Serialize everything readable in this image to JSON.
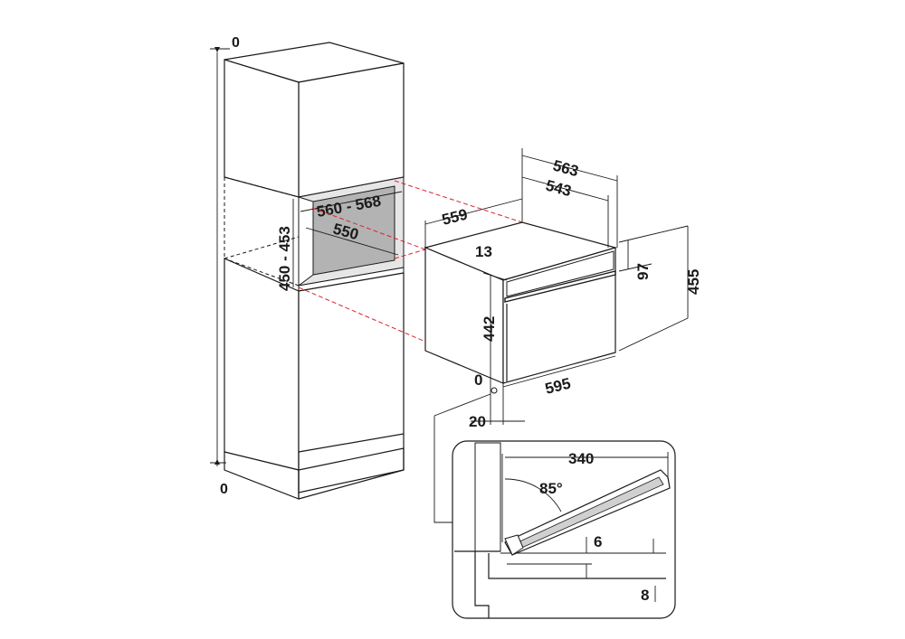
{
  "diagram": {
    "labels": {
      "cab_top_zero": "0",
      "cab_bottom_zero": "0",
      "niche_width": "560 - 568",
      "niche_depth": "550",
      "niche_height": "450 - 453",
      "oven_depth_total": "563",
      "oven_depth_body": "543",
      "oven_width_top": "559",
      "oven_panel_top": "13",
      "oven_panel_height": "97",
      "oven_total_height": "455",
      "oven_body_height": "442",
      "oven_front_zero": "0",
      "oven_front_width": "595",
      "oven_offset": "20",
      "door_depth": "340",
      "door_angle": "85°",
      "door_gap_upper": "6",
      "door_gap_lower": "8"
    }
  }
}
